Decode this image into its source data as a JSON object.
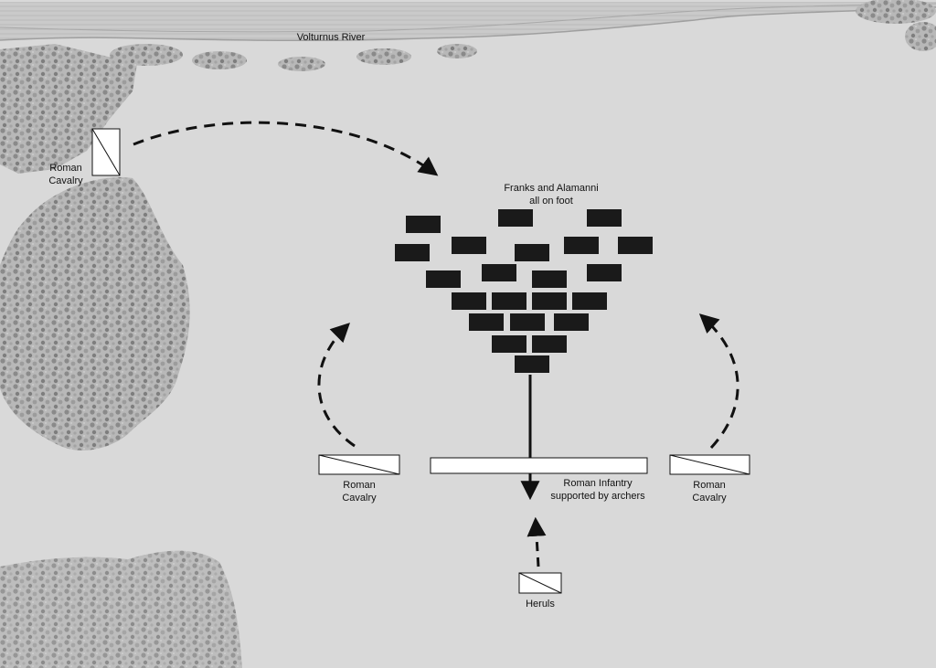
{
  "map": {
    "river_label": "Volturnus River",
    "enemy_label_line1": "Franks and Alamanni",
    "enemy_label_line2": "all on foot",
    "cavalry_nw_line1": "Roman",
    "cavalry_nw_line2": "Cavalry",
    "cavalry_left_line1": "Roman",
    "cavalry_left_line2": "Cavalry",
    "cavalry_right_line1": "Roman",
    "cavalry_right_line2": "Cavalry",
    "infantry_line1": "Roman Infantry",
    "infantry_line2": "supported by archers",
    "heruls_label": "Heruls"
  },
  "colors": {
    "background": "#d9d9d9",
    "forest": "#9a9a9a",
    "river": "#c6c6c6",
    "enemy_units": "#1a1a1a",
    "roman_units": "#ffffff",
    "arrows": "#111111"
  },
  "icons": {
    "forest": "woodland-texture",
    "enemy_unit": "filled-black-block",
    "roman_unit": "hollow-rectangle-with-diagonal"
  }
}
